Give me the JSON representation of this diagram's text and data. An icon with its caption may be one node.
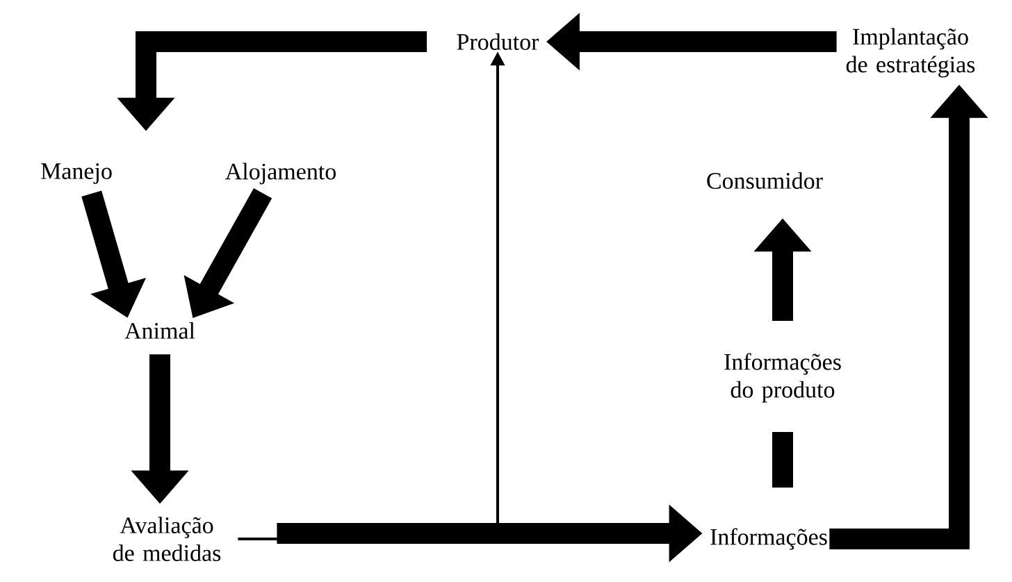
{
  "diagram": {
    "nodes": [
      {
        "text": [
          "Produtor"
        ]
      },
      {
        "text": [
          "Implantação de estratégias"
        ]
      },
      {
        "text": [
          "Manejo"
        ]
      },
      {
        "text": [
          "Alojamento"
        ]
      },
      {
        "text": [
          "Consumidor"
        ]
      },
      {
        "text": [
          "Animal"
        ]
      },
      {
        "text": [
          "Informações do produto"
        ]
      },
      {
        "text": [
          "Avaliação de medidas"
        ]
      },
      {
        "text": [
          "Informações"
        ]
      }
    ],
    "edges": [
      {
        "from": 1,
        "to": 0,
        "arrow": "to"
      },
      {
        "from": 0,
        "to": 2,
        "arrow": "to"
      },
      {
        "from": 2,
        "to": 5,
        "arrow": "to"
      },
      {
        "from": 3,
        "to": 5,
        "arrow": "to"
      },
      {
        "from": 5,
        "to": 7,
        "arrow": "to"
      },
      {
        "from": 7,
        "to": 8,
        "arrow": "to"
      },
      {
        "from": 7,
        "to": 0,
        "arrow": "to"
      },
      {
        "from": 8,
        "to": 1,
        "arrow": "to"
      },
      {
        "from": 8,
        "to": 6,
        "arrow": "none"
      },
      {
        "from": 6,
        "to": 4,
        "arrow": "to"
      }
    ]
  }
}
